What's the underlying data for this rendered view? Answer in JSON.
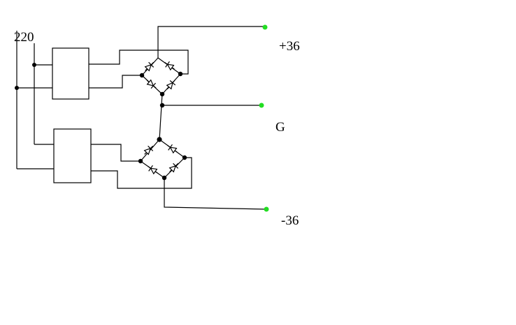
{
  "labels": {
    "input": "220",
    "positive": "+36",
    "ground": "G",
    "negative": "-36"
  },
  "colors": {
    "wire": "#000000",
    "terminal": "#22dd22",
    "background": "#ffffff"
  }
}
